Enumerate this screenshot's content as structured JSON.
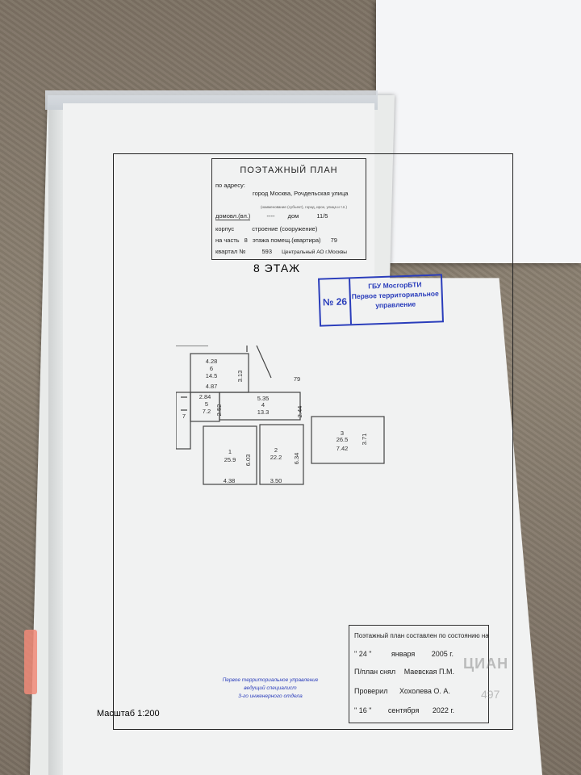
{
  "plan_header": {
    "title": "ПОЭТАЖНЫЙ ПЛАН",
    "address_label": "по адресу:",
    "address_value": "город Москва, Рочдельская улица",
    "address_sub": "(наименование (субъект), город, ирон, улица и т.п.)",
    "house_label": "домовл.(вл.)",
    "house_dash": "----",
    "dom_label": "дом",
    "dom_value": "11/5",
    "korpus_label": "корпус",
    "stroenie_label": "строение (сооружение)",
    "part_label": "на часть",
    "part_value": "8",
    "floor_label_text": "этажа помещ.(квартира)",
    "apartment_value": "79",
    "kvartal_label": "квартал №",
    "kvartal_value": "593",
    "district": "Центральный АО г.Москвы"
  },
  "floor_title": "8 ЭТАЖ",
  "blue_stamp": {
    "number": "№ 26",
    "line1": "ГБУ МосгорБТИ",
    "line2": "Первое территориальное",
    "line3": "управление"
  },
  "rooms": [
    {
      "id": "1",
      "area": "25.9"
    },
    {
      "id": "2",
      "area": "22.2"
    },
    {
      "id": "3",
      "area": "26.5"
    },
    {
      "id": "4",
      "area": "13.3"
    },
    {
      "id": "5",
      "area": "7.2"
    },
    {
      "id": "6",
      "area": "14.5"
    },
    {
      "id": "7",
      "area": ""
    }
  ],
  "dimensions": {
    "d428": "4.28",
    "d487": "4.87",
    "d313": "3.13",
    "d284": "2.84",
    "d535": "5.35",
    "d252": "2.52",
    "d244": "2.44",
    "d603": "6.03",
    "d634": "6.34",
    "d371": "3.71",
    "d742": "7.42",
    "d438": "4.38",
    "d350": "3.50",
    "apt": "79"
  },
  "info": {
    "line1": "Поэтажный план составлен по состоянию на",
    "date1_day": "24",
    "date1_month": "января",
    "date1_year": "2005 г.",
    "taken_label": "П/план снял",
    "taken_by": "Маевская П.М.",
    "checked_label": "Проверил",
    "checked_by": "Хохолева О. А.",
    "date2_day": "16",
    "date2_month": "сентября",
    "date2_year": "2022 г."
  },
  "bottom_stamp": {
    "line1": "Первое территориальное управление",
    "line2": "ведущий специалист",
    "line3": "3-го инженерного отдела"
  },
  "scale": "Масштаб 1:200",
  "watermark": "ЦИАН",
  "watermark_num": "497"
}
